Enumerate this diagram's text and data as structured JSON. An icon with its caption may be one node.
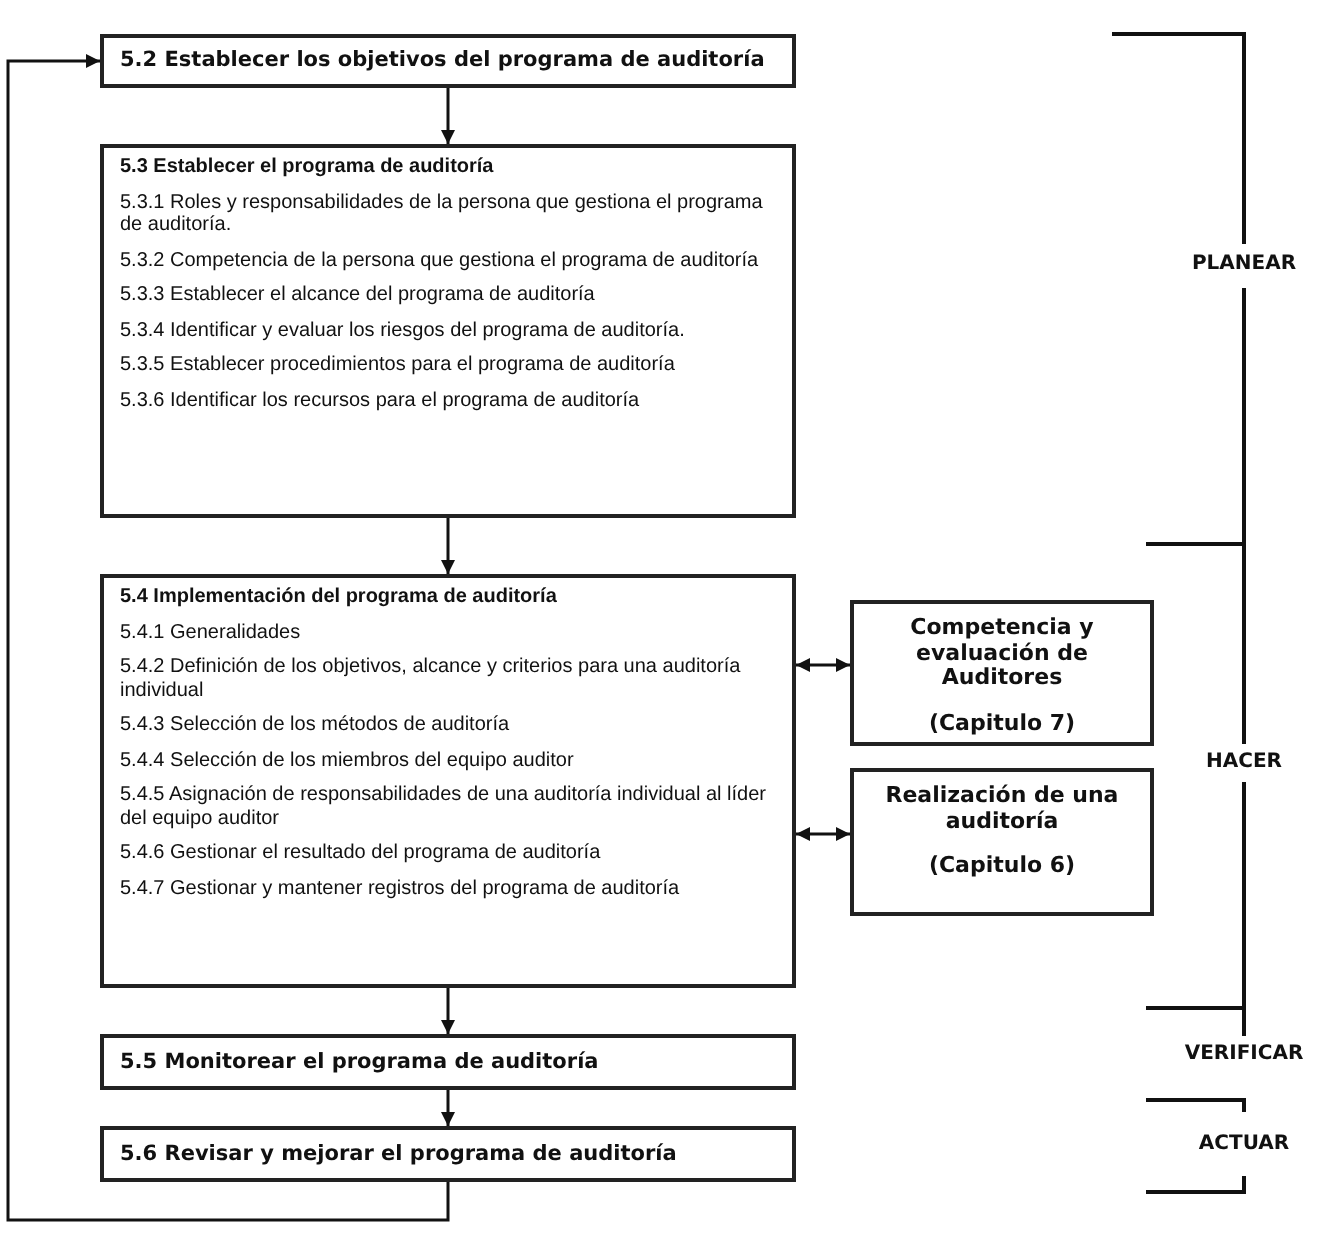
{
  "diagram": {
    "nodes": [
      {
        "text": [
          "5.2 Establecer los objetivos del programa de auditoría"
        ]
      },
      {
        "text": [
          "5.3 Establecer el programa de auditoría",
          "5.3.1 Roles y responsabilidades de la persona que gestiona el programa de auditoría.",
          "5.3.2 Competencia de la persona que gestiona el programa de auditoría",
          "5.3.3 Establecer el alcance del programa de auditoría",
          "5.3.4 Identificar y evaluar los riesgos del programa de auditoría.",
          "5.3.5 Establecer procedimientos para el programa de auditoría",
          "5.3.6 Identificar los recursos para el programa de auditoría"
        ]
      },
      {
        "text": [
          "5.4 Implementación del programa de auditoría",
          "5.4.1 Generalidades",
          "5.4.2 Definición de los objetivos, alcance y criterios para una auditoría individual",
          "5.4.3 Selección de los métodos de auditoría",
          "5.4.4 Selección de los miembros del equipo auditor",
          "5.4.5 Asignación de responsabilidades de una auditoría individual al líder del equipo auditor",
          "5.4.6 Gestionar el resultado del programa de auditoría",
          "5.4.7 Gestionar y mantener registros del programa de auditoría"
        ]
      },
      {
        "text": [
          "Competencia y evaluación de Auditores",
          "(Capitulo 7)"
        ]
      },
      {
        "text": [
          "Realización de una auditoría",
          "(Capitulo 6)"
        ]
      },
      {
        "text": [
          "5.5 Monitorear el programa de auditoría"
        ]
      },
      {
        "text": [
          "5.6 Revisar y mejorar el programa de auditoría"
        ]
      }
    ],
    "edges": [
      {
        "from": 0,
        "to": 1,
        "arrow": "to"
      },
      {
        "from": 1,
        "to": 2,
        "arrow": "to"
      },
      {
        "from": 2,
        "to": 5,
        "arrow": "to"
      },
      {
        "from": 5,
        "to": 6,
        "arrow": "to"
      },
      {
        "from": 6,
        "to": 0,
        "arrow": "to"
      },
      {
        "from": 2,
        "to": 3,
        "arrow": "both"
      },
      {
        "from": 2,
        "to": 4,
        "arrow": "both"
      }
    ],
    "labels": [
      "PLANEAR",
      "HACER",
      "VERIFICAR",
      "ACTUAR"
    ]
  }
}
